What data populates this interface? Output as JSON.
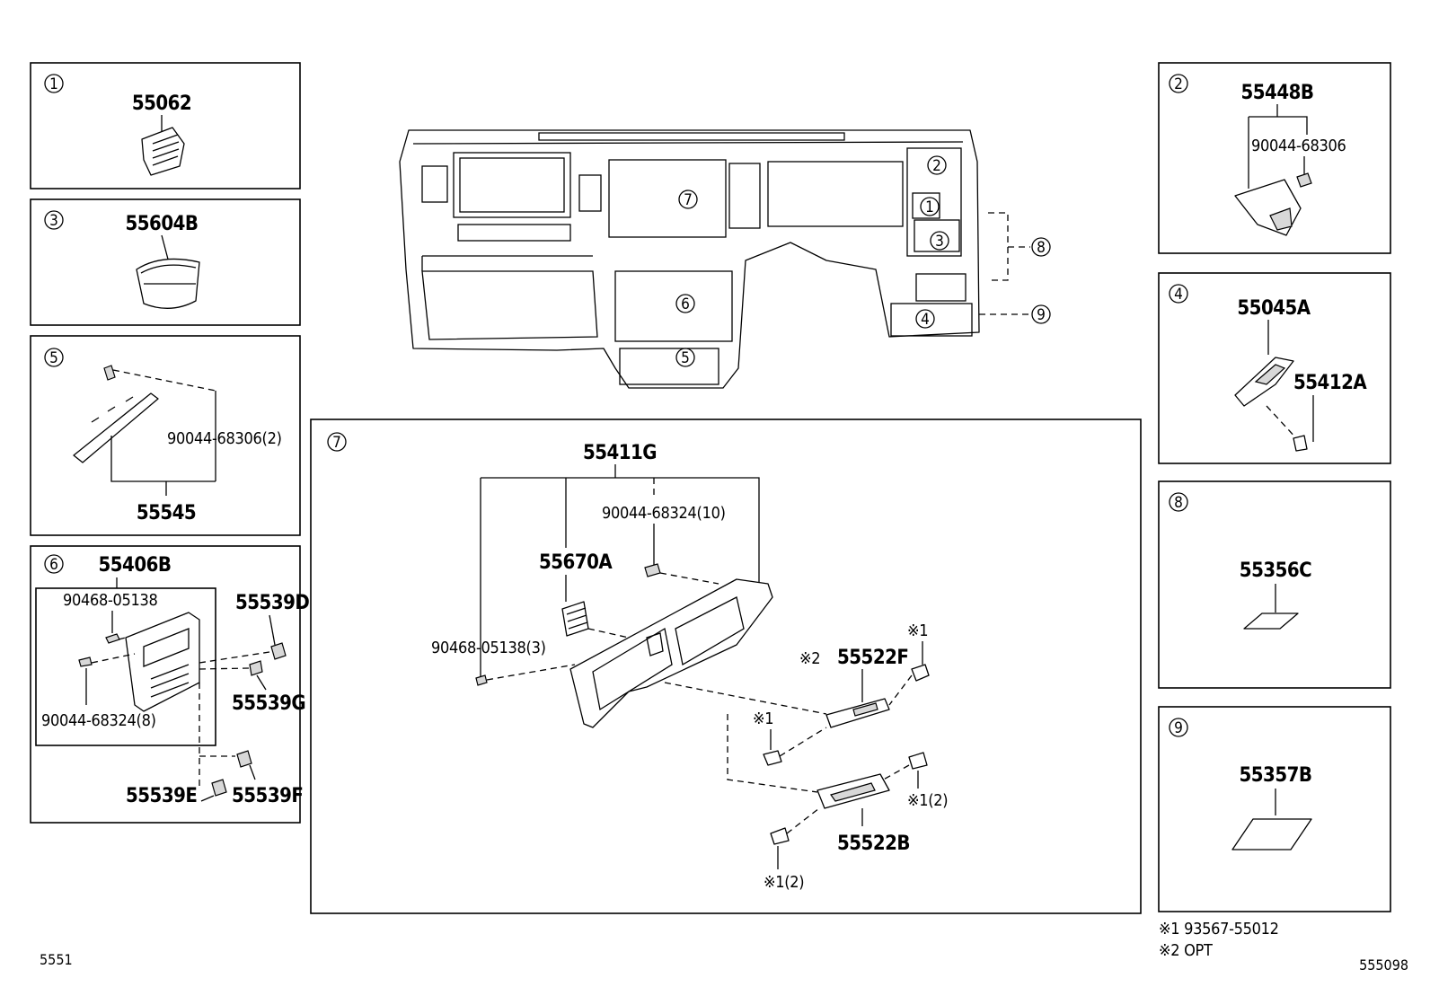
{
  "footer": {
    "left_code": "5551",
    "right_code": "555098",
    "note1": "※1 93567-55012",
    "note2": "※2 OPT"
  },
  "panels": {
    "p1": {
      "num": "1",
      "parts": [
        "55062"
      ]
    },
    "p3": {
      "num": "3",
      "parts": [
        "55604B"
      ]
    },
    "p5": {
      "num": "5",
      "parts": [
        "90044-68306(2)",
        "55545"
      ]
    },
    "p6": {
      "num": "6",
      "parts": [
        "55406B",
        "90468-05138",
        "90044-68324(8)",
        "55539D",
        "55539G",
        "55539E",
        "55539F"
      ]
    },
    "p2": {
      "num": "2",
      "parts": [
        "55448B",
        "90044-68306"
      ]
    },
    "p4": {
      "num": "4",
      "parts": [
        "55045A",
        "55412A"
      ]
    },
    "p8": {
      "num": "8",
      "parts": [
        "55356C"
      ]
    },
    "p9": {
      "num": "9",
      "parts": [
        "55357B"
      ]
    },
    "p7": {
      "num": "7",
      "parts": [
        "55411G",
        "90044-68324(10)",
        "55670A",
        "90468-05138(3)",
        "※2",
        "55522F",
        "※1",
        "※1",
        "※1(2)",
        "55522B",
        "※1(2)"
      ]
    }
  },
  "overview": {
    "callouts": [
      "1",
      "2",
      "3",
      "4",
      "5",
      "6",
      "7",
      "8",
      "9"
    ]
  }
}
